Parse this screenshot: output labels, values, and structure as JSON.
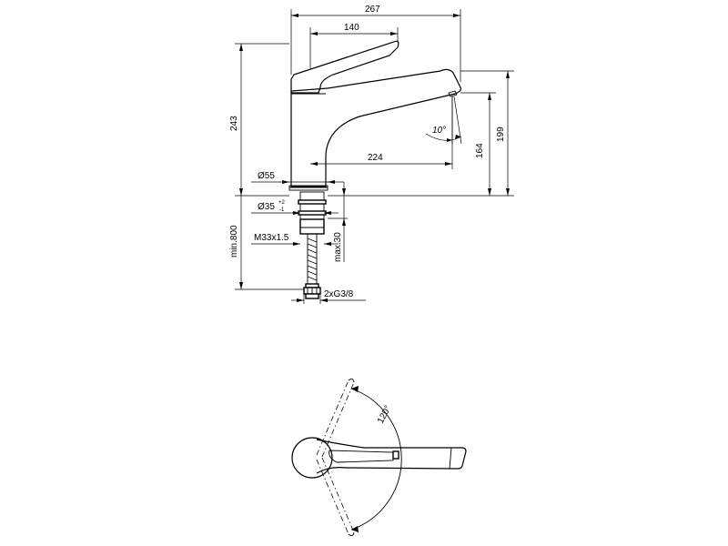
{
  "dimensions": {
    "overall_width": "267",
    "lever_length": "140",
    "spout_reach": "224",
    "total_height": "243",
    "spout_height": "199",
    "outlet_height": "164",
    "base_diameter": "Ø55",
    "hole_diameter": "Ø35",
    "hole_tol_upper": "+2",
    "hole_tol_lower": "-1",
    "thread": "M33x1.5",
    "max_deck": "max.30",
    "min_hose": "min.800",
    "connections": "2xG3/8",
    "tilt_angle": "10°",
    "swivel_angle": "120°"
  }
}
